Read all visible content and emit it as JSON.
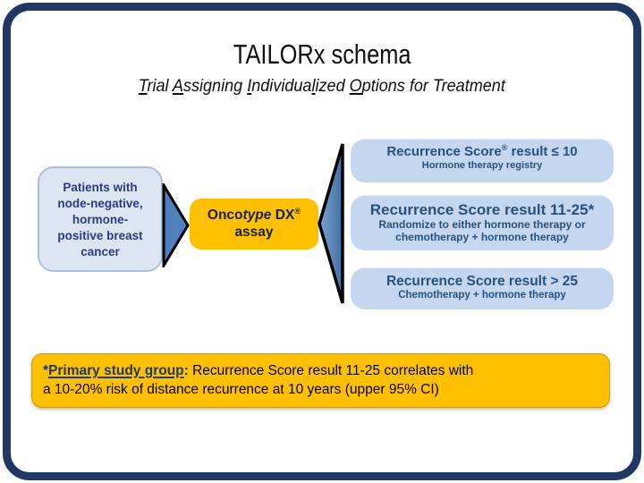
{
  "colors": {
    "framenavy": "#203864",
    "orange": "#ffc000",
    "boxblue": "#c5d7ee",
    "lightblue": "#dce6f2",
    "arrowblue": "#4f81bd",
    "navytext": "#2b3b7e",
    "resulttext": "#25527f",
    "notenavy": "#1f3864"
  },
  "title": "TAILORx schema",
  "subtitle": {
    "segments": [
      {
        "t": "T",
        "u": true
      },
      {
        "t": "rial "
      },
      {
        "t": "A",
        "u": true
      },
      {
        "t": "ssigning "
      },
      {
        "t": "I",
        "u": true
      },
      {
        "t": "ndividua"
      },
      {
        "t": "l",
        "u": true
      },
      {
        "t": "ized "
      },
      {
        "t": "O",
        "u": true
      },
      {
        "t": "ptions for Treatment"
      }
    ]
  },
  "flow": {
    "patients": {
      "lines": [
        "Patients with",
        "node-negative,",
        "hormone-",
        "positive breast",
        "cancer"
      ]
    },
    "oncotype": {
      "title_segments": [
        {
          "t": "Onco"
        },
        {
          "t": "type",
          "i": true
        },
        {
          "t": " DX"
        },
        {
          "t": "®",
          "sup": true
        }
      ],
      "line2": "assay"
    },
    "results": [
      {
        "title_segments": [
          {
            "t": "Recurrence Score"
          },
          {
            "t": "®",
            "sup": true
          },
          {
            "t": " result ≤ 10"
          }
        ],
        "sub_lines": [
          "Hormone therapy registry"
        ]
      },
      {
        "title_segments": [
          {
            "t": "Recurrence Score result 11-25*"
          }
        ],
        "sub_lines": [
          "Randomize to either hormone therapy or",
          "chemotherapy + hormone therapy"
        ]
      },
      {
        "title_segments": [
          {
            "t": "Recurrence Score result > 25"
          }
        ],
        "sub_lines": [
          "Chemotherapy + hormone therapy"
        ]
      }
    ]
  },
  "note": {
    "segments": [
      {
        "t": "*",
        "b": true,
        "navy": true
      },
      {
        "t": "Primary study group",
        "b": true,
        "u": true,
        "navy": true
      },
      {
        "t": ": ",
        "b": true,
        "navy": true
      },
      {
        "t": "Recurrence Score result 11-25 correlates with"
      },
      {
        "t": "\n"
      },
      {
        "t": "a 10-20% risk of distance recurrence at 10 years (upper 95% CI)"
      }
    ]
  },
  "icons": {
    "flow_arrow": "right-pointing-triangle",
    "fanout_arrow": "left-pointing-fanout-triangle"
  }
}
